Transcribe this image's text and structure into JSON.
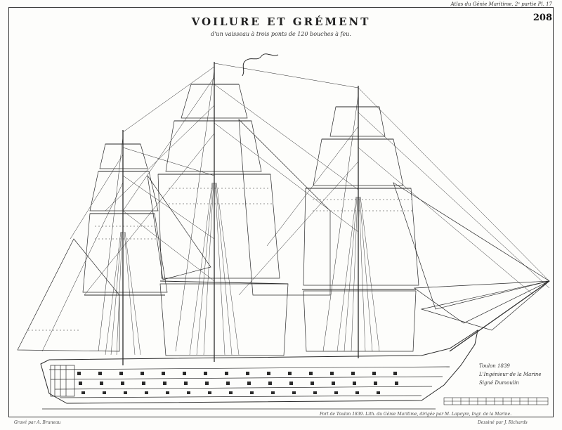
{
  "plate": {
    "atlas_reference": "Atlas du Génie Maritime, 2ᵉ partie Pl. 17",
    "number": "208"
  },
  "title": "VOILURE ET GRÉMENT",
  "subtitle": "d'un vaisseau à trois ponts de 120 bouches à feu.",
  "signature": {
    "place_date": "Toulon 1839",
    "line1": "L'Ingénieur de la Marine",
    "line2": "Signé Dumoulin"
  },
  "footer": {
    "left": "Gravé par A. Bruneau",
    "center": "Port de Toulon 1839. Lith. du Génie Maritime, dirigée par M. Lapeyre, Ingr. de la Marine.",
    "right": "Dessiné par J. Richards"
  },
  "colors": {
    "ink": "#2a2a2a",
    "paper": "#fdfdfb"
  }
}
